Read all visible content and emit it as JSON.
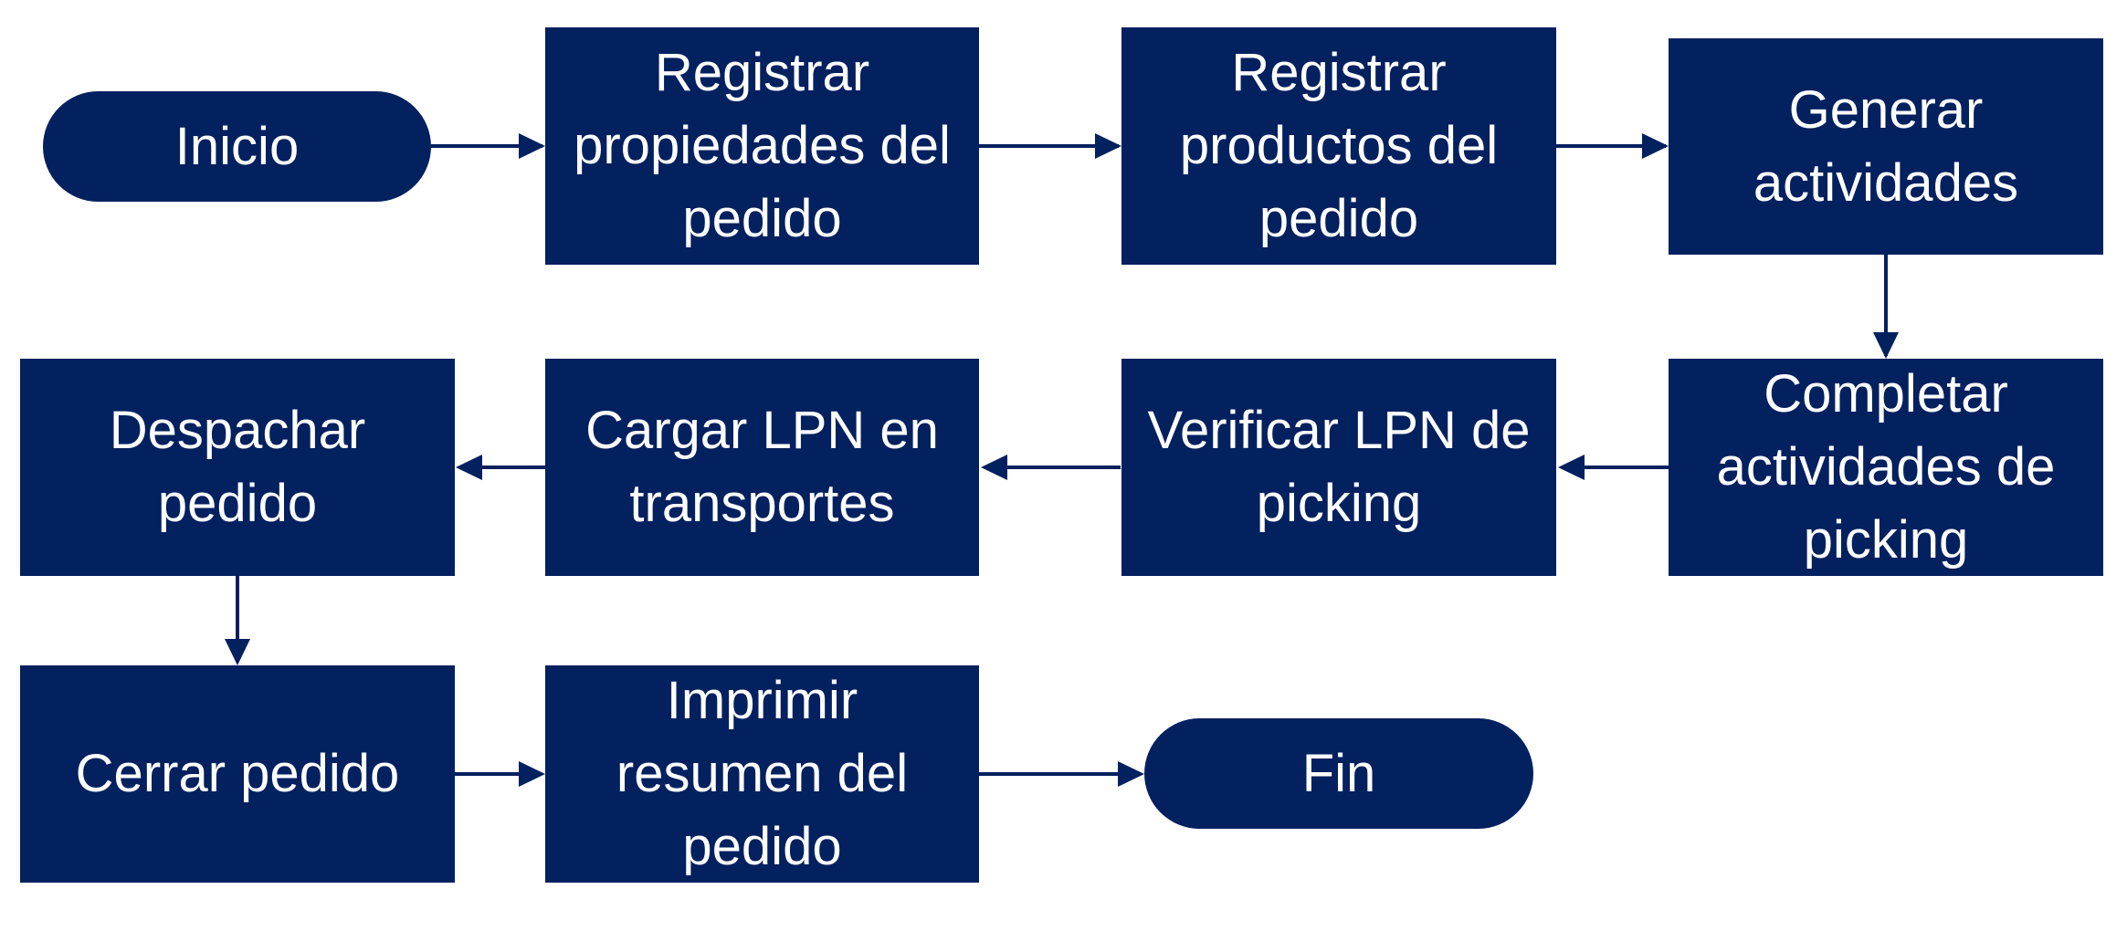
{
  "diagram": {
    "colors": {
      "node_fill": "#03205f",
      "node_text": "#ffffff",
      "connector": "#03205f",
      "background": "#ffffff"
    },
    "nodes": {
      "inicio": "Inicio",
      "registrar_propiedades": "Registrar\npropiedades del\npedido",
      "registrar_productos": "Registrar\nproductos del\npedido",
      "generar_actividades": "Generar\nactividades",
      "completar_actividades": "Completar\nactividades de\npicking",
      "verificar_lpn": "Verificar LPN de\npicking",
      "cargar_lpn": "Cargar LPN en\ntransportes",
      "despachar_pedido": "Despachar\npedido",
      "cerrar_pedido": "Cerrar pedido",
      "imprimir_resumen": "Imprimir\nresumen del\npedido",
      "fin": "Fin"
    },
    "edges": [
      [
        "inicio",
        "registrar_propiedades"
      ],
      [
        "registrar_propiedades",
        "registrar_productos"
      ],
      [
        "registrar_productos",
        "generar_actividades"
      ],
      [
        "generar_actividades",
        "completar_actividades"
      ],
      [
        "completar_actividades",
        "verificar_lpn"
      ],
      [
        "verificar_lpn",
        "cargar_lpn"
      ],
      [
        "cargar_lpn",
        "despachar_pedido"
      ],
      [
        "despachar_pedido",
        "cerrar_pedido"
      ],
      [
        "cerrar_pedido",
        "imprimir_resumen"
      ],
      [
        "imprimir_resumen",
        "fin"
      ]
    ]
  }
}
